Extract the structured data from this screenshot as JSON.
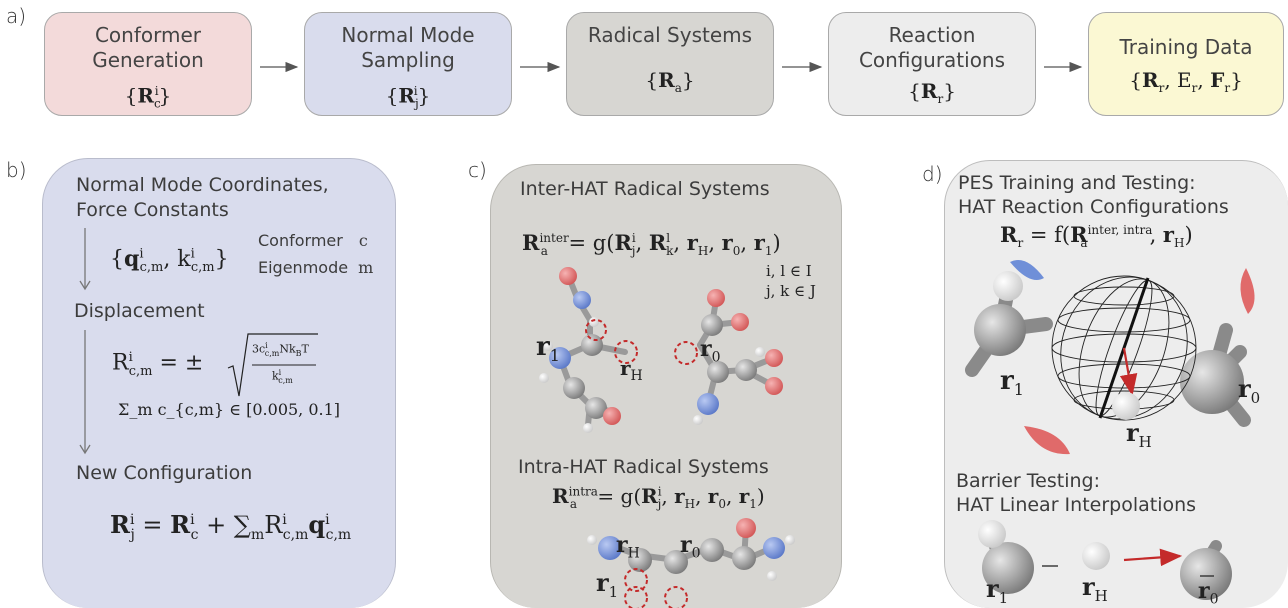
{
  "panel_labels": {
    "a": "a)",
    "b": "b)",
    "c": "c)",
    "d": "d)"
  },
  "flow": [
    {
      "line1": "Conformer",
      "line2": "Generation",
      "math": "{R_c^i}",
      "color": "#f3dada"
    },
    {
      "line1": "Normal Mode",
      "line2": "Sampling",
      "math": "{R_j^i}",
      "color": "#d9dced"
    },
    {
      "line1": "Radical Systems",
      "line2": "",
      "math": "{R_a}",
      "color": "#d7d6d2"
    },
    {
      "line1": "Reaction",
      "line2": "Configurations",
      "math": "{R_r}",
      "color": "#ededed"
    },
    {
      "line1": "Training Data",
      "line2": "",
      "math": "{R_r, E_r, F_r}",
      "color": "#fbf8d3"
    }
  ],
  "panel_b": {
    "title1": "Normal Mode Coordinates,",
    "title2": "Force Constants",
    "qk": "{q_{c,m}^i, k_{c,m}^i}",
    "conformer_label": "Conformer",
    "conformer_symbol": "c",
    "eigenmode_label": "Eigenmode",
    "eigenmode_symbol": "m",
    "displacement": "Displacement",
    "formula_displacement": "R_{c,m}^i = ± sqrt(3c_{c,m}^i N k_B T / k_{c,m}^i)",
    "constraint": "Σ_m c_{c,m} ∈ [0.005, 0.1]",
    "new_config": "New Configuration",
    "formula_new": "R_j^i = R_c^i + Σ_m R_{c,m}^i q_{c,m}^i"
  },
  "panel_c": {
    "inter_title": "Inter-HAT Radical Systems",
    "inter_formula": "R_a^inter = g(R_j^i, R_k^l, r_H, r_0, r_1)",
    "index1": "i, l ∈ I",
    "index2": "j, k ∈ J",
    "r1": "r",
    "r1_sub": "1",
    "rH": "r",
    "rH_sub": "H",
    "r0": "r",
    "r0_sub": "0",
    "intra_title": "Intra-HAT Radical Systems",
    "intra_formula": "R_a^intra = g(R_j^i, r_H, r_0, r_1)"
  },
  "panel_d": {
    "title1": "PES Training and Testing:",
    "title2": "HAT Reaction Configurations",
    "formula": "R_r = f(R_a^{inter, intra}, r_H)",
    "r1": "r",
    "r1_sub": "1",
    "r0": "r",
    "r0_sub": "0",
    "rH": "r",
    "rH_sub": "H",
    "barrier1": "Barrier Testing:",
    "barrier2": "HAT Linear Interpolations"
  },
  "colors": {
    "panel_b_bg": "#d9dced",
    "panel_c_bg": "#d7d6d2",
    "panel_d_bg": "#ededed",
    "oxygen": "#e06a6a",
    "nitrogen": "#6f8fd8",
    "carbon": "#8f8f8f",
    "hydrogen": "#f4f4f4",
    "arrow_red": "#c42a2a"
  }
}
